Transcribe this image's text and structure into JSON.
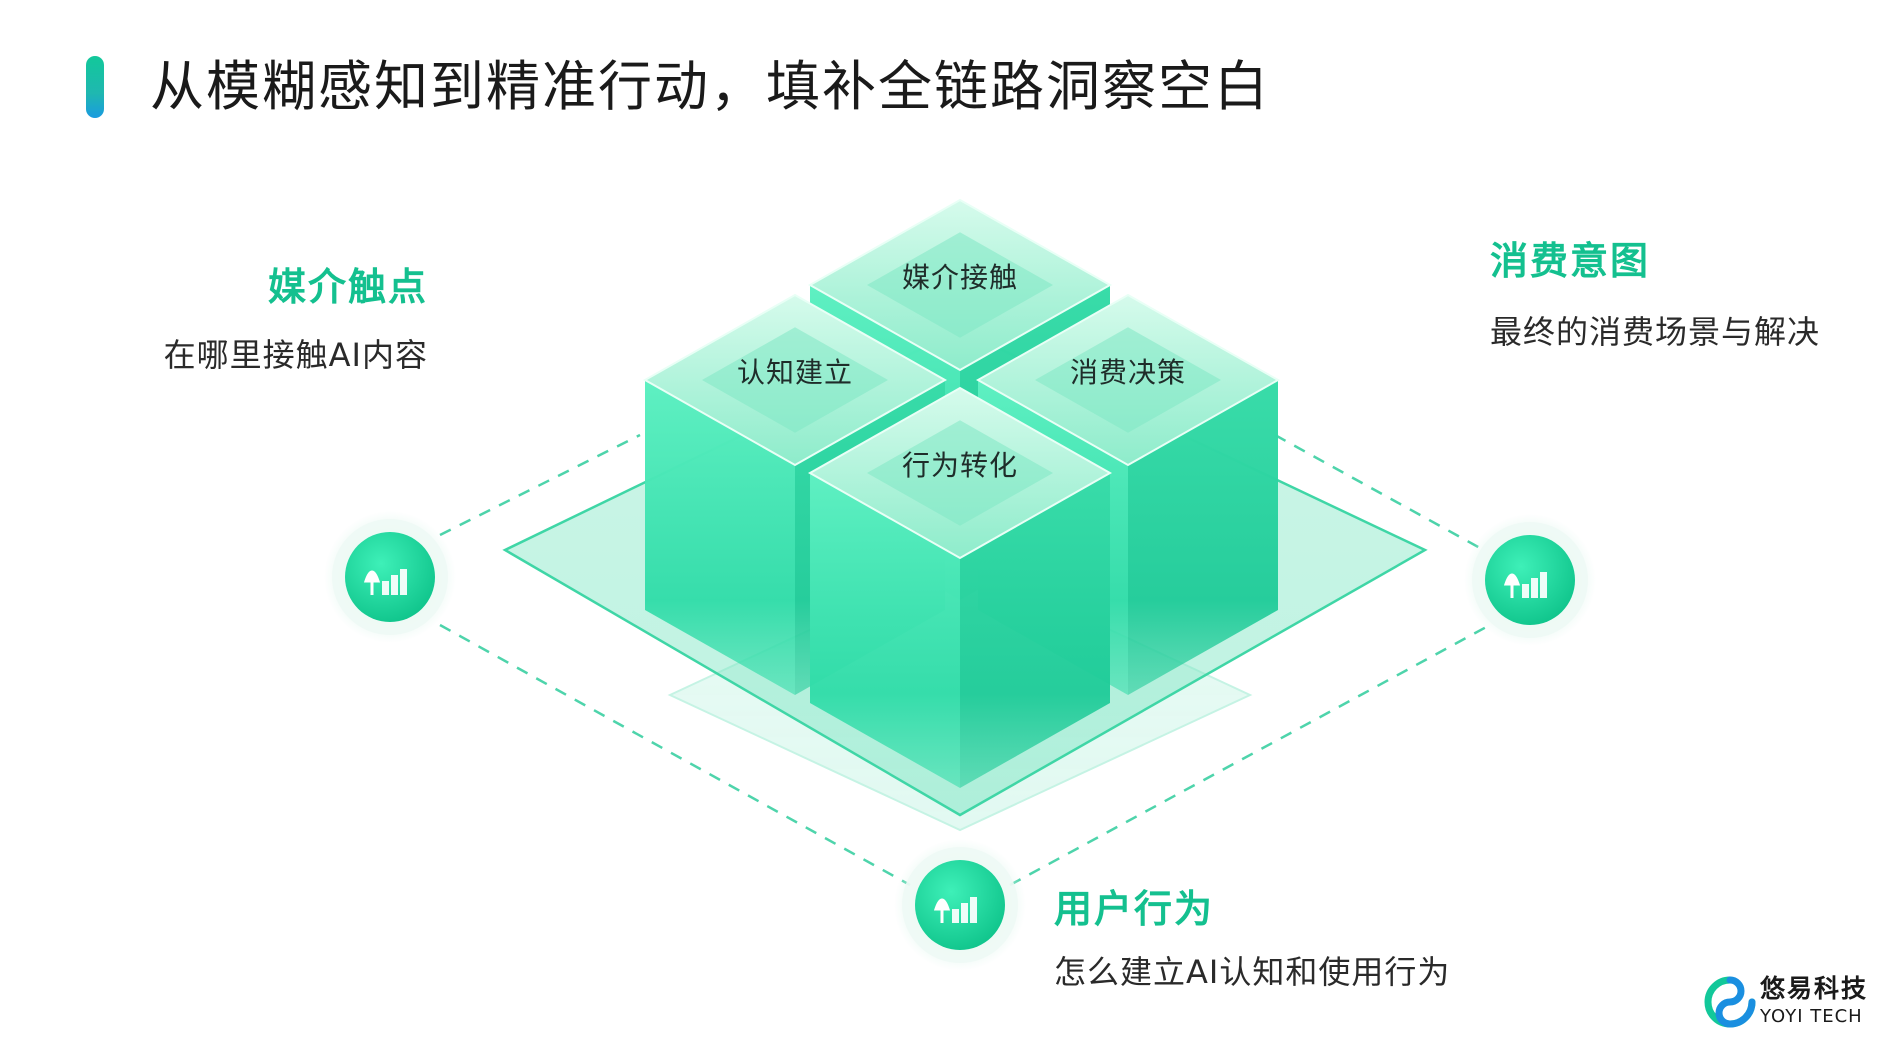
{
  "page": {
    "title": "从模糊感知到精准行动，填补全链路洞察空白"
  },
  "labels": {
    "media": {
      "title": "媒介触点",
      "desc": "在哪里接触AI内容"
    },
    "intent": {
      "title": "消费意图",
      "desc": "最终的消费场景与解决"
    },
    "behavior": {
      "title": "用户行为",
      "desc": "怎么建立AI认知和使用行为"
    }
  },
  "cubes": {
    "top": "媒介接触",
    "left": "认知建立",
    "right": "消费决策",
    "front": "行为转化"
  },
  "logo": {
    "name_cn": "悠易科技",
    "name_en": "YOYI TECH"
  },
  "colors": {
    "accent": "#14c08f",
    "cube_top": "#b4f5dc",
    "cube_left": "#3fe0b0",
    "cube_right": "#1fcf9a",
    "node": "#19d59a",
    "logo_green": "#12c89a",
    "logo_blue": "#1a8fe0"
  },
  "icons": {
    "node": "growth-chart-icon",
    "logo": "yoyi-swirl-logo-icon"
  }
}
